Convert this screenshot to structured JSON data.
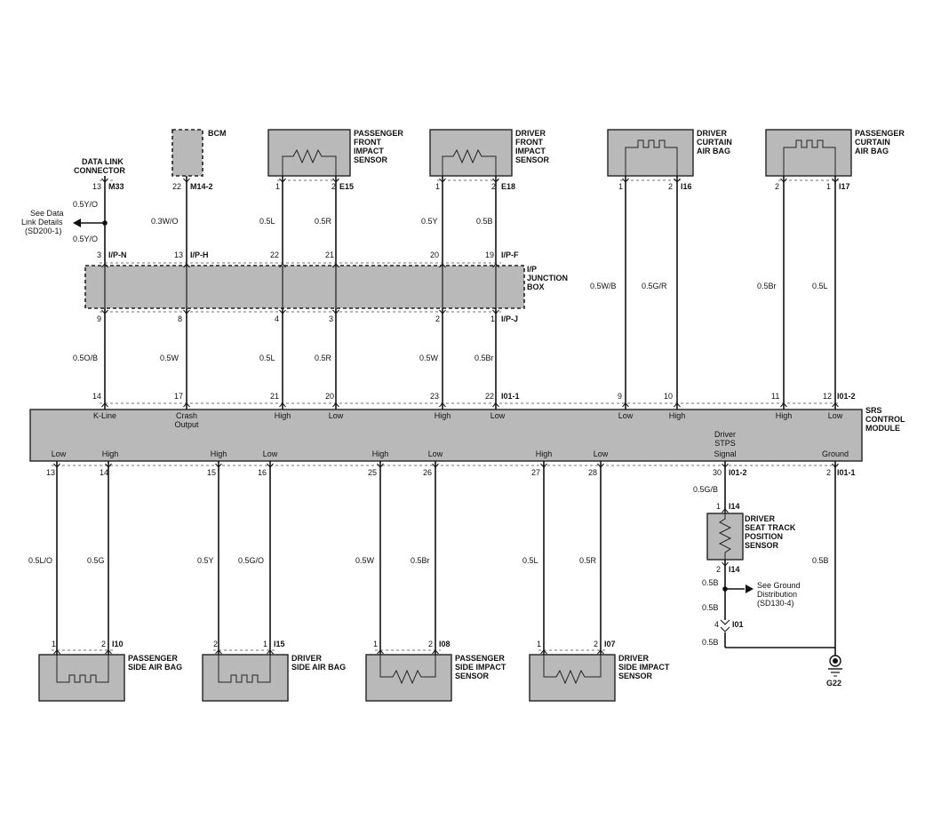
{
  "components": {
    "data_link_connector": {
      "name": [
        "DATA LINK",
        "CONNECTOR"
      ],
      "pin": "13",
      "connector": "M33"
    },
    "bcm": {
      "name": "BCM",
      "pin": "22",
      "connector": "M14-2"
    },
    "passenger_front_impact_sensor": {
      "name": [
        "PASSENGER",
        "FRONT",
        "IMPACT",
        "SENSOR"
      ],
      "pins": [
        "1",
        "2"
      ],
      "connector": "E15"
    },
    "driver_front_impact_sensor": {
      "name": [
        "DRIVER",
        "FRONT",
        "IMPACT",
        "SENSOR"
      ],
      "pins": [
        "1",
        "2"
      ],
      "connector": "E18"
    },
    "driver_curtain_air_bag": {
      "name": [
        "DRIVER",
        "CURTAIN",
        "AIR BAG"
      ],
      "pins": [
        "1",
        "2"
      ],
      "connector": "I16"
    },
    "passenger_curtain_air_bag": {
      "name": [
        "PASSENGER",
        "CURTAIN",
        "AIR BAG"
      ],
      "pins": [
        "2",
        "1"
      ],
      "connector": "I17"
    },
    "ip_junction_box": {
      "name": [
        "I/P",
        "JUNCTION",
        "BOX"
      ],
      "top_connectors": [
        "I/P-N",
        "I/P-H",
        "I/P-F"
      ],
      "bottom_connector": "I/P-J",
      "top_pins": [
        "3",
        "13",
        "22",
        "21",
        "20",
        "19"
      ],
      "bottom_pins": [
        "9",
        "8",
        "4",
        "3",
        "2",
        "1"
      ]
    },
    "srs_control_module": {
      "name": [
        "SRS",
        "CONTROL",
        "MODULE"
      ],
      "top_connector": "I01-1",
      "top_connector_right": "I01-2",
      "top_pins": [
        "14",
        "17",
        "21",
        "20",
        "23",
        "22",
        "9",
        "10",
        "11",
        "12"
      ],
      "top_labels": [
        "K-Line",
        "Crash Output",
        "High",
        "Low",
        "High",
        "Low",
        "Low",
        "High",
        "High",
        "Low"
      ],
      "bottom_pins": [
        "13",
        "14",
        "15",
        "16",
        "25",
        "26",
        "27",
        "28",
        "30",
        "2"
      ],
      "bottom_labels": [
        "Low",
        "High",
        "High",
        "Low",
        "High",
        "Low",
        "High",
        "Low",
        "Driver STPS Signal",
        "Ground"
      ],
      "bottom_connector_mid": "I01-2",
      "bottom_connector_right": "I01-1"
    },
    "driver_seat_track_position_sensor": {
      "name": [
        "DRIVER",
        "SEAT TRACK",
        "POSITION",
        "SENSOR"
      ],
      "pins": [
        "1",
        "2"
      ],
      "connector": "I14"
    },
    "passenger_side_air_bag": {
      "name": [
        "PASSENGER",
        "SIDE AIR BAG"
      ],
      "pins": [
        "1",
        "2"
      ],
      "connector": "I10"
    },
    "driver_side_air_bag": {
      "name": [
        "DRIVER",
        "SIDE AIR BAG"
      ],
      "pins": [
        "2",
        "1"
      ],
      "connector": "I15"
    },
    "passenger_side_impact_sensor": {
      "name": [
        "PASSENGER",
        "SIDE IMPACT",
        "SENSOR"
      ],
      "pins": [
        "1",
        "2"
      ],
      "connector": "I08"
    },
    "driver_side_impact_sensor": {
      "name": [
        "DRIVER",
        "SIDE IMPACT",
        "SENSOR"
      ],
      "pins": [
        "1",
        "2"
      ],
      "connector": "I07"
    },
    "ground": {
      "label": "G22"
    },
    "inline_connector": {
      "pin": "4",
      "connector": "I01"
    }
  },
  "wires": {
    "dlc_top": "0.5Y/O",
    "dlc_bottom": "0.5Y/O",
    "bcm": "0.3W/O",
    "pfis_1": "0.5L",
    "pfis_2": "0.5R",
    "dfis_1": "0.5Y",
    "dfis_2": "0.5B",
    "dcab_1": "0.5W/B",
    "dcab_2": "0.5G/R",
    "pcab_2": "0.5Br",
    "pcab_1": "0.5L",
    "jb_9": "0.5O/B",
    "jb_8": "0.5W",
    "jb_4": "0.5L",
    "jb_3": "0.5R",
    "jb_2": "0.5W",
    "jb_1": "0.5Br",
    "psab_1": "0.5L/O",
    "psab_2": "0.5G",
    "dsab_2": "0.5Y",
    "dsab_1": "0.5G/O",
    "psis_1": "0.5W",
    "psis_2": "0.5Br",
    "dsis_1": "0.5L",
    "dsis_2": "0.5R",
    "stps_signal": "0.5G/B",
    "stps_ground": "0.5B",
    "gnd_a": "0.5B",
    "gnd_b": "0.5B",
    "gnd_c": "0.5B",
    "srs_ground": "0.5B"
  },
  "references": {
    "data_link": [
      "See Data",
      "Link Details",
      "(SD200-1)"
    ],
    "ground_distribution": [
      "See Ground",
      "Distribution",
      "(SD130-4)"
    ]
  }
}
